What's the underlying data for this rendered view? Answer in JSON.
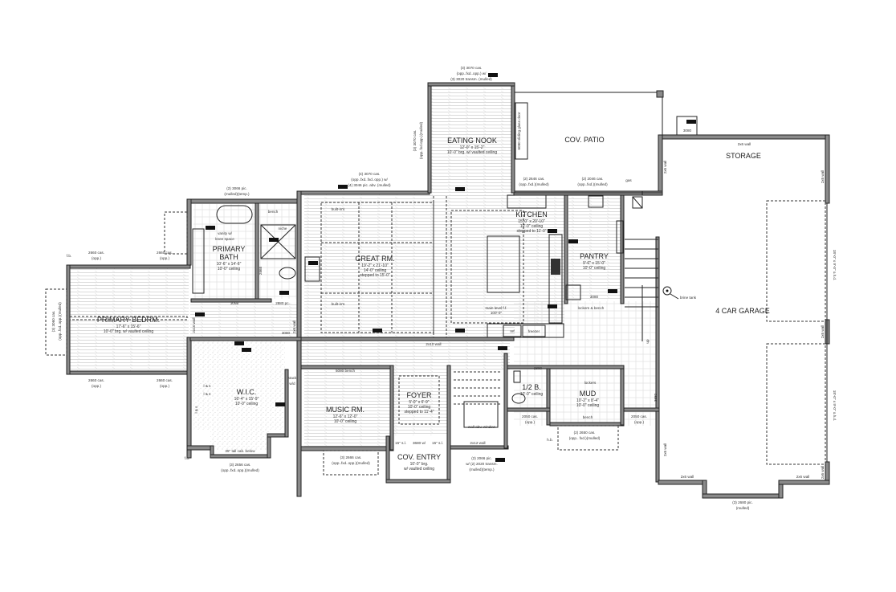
{
  "rooms": {
    "primary_bedroom": {
      "name": "PRIMARY BEDRM.",
      "dims": "17'-6\" x 15'-6\"",
      "ceiling": "10'-0\" brg. w/ vaulted ceiling"
    },
    "primary_bath": {
      "name_line1": "PRIMARY",
      "name_line2": "BATH",
      "dims": "10'-6\" x 14'-6\"",
      "ceiling": "10'-0\" ceiling"
    },
    "great_room": {
      "name": "GREAT RM.",
      "dims": "19'-2\" x 21'-10\"",
      "ceiling": "14'-0\" ceiling",
      "ceiling2": "stepped to 15'-0\""
    },
    "eating_nook": {
      "name": "EATING NOOK",
      "dims": "12'-0\" x 15'-2\"",
      "ceiling": "10'-0\" brg. w/ vaulted ceiling"
    },
    "cov_patio": {
      "name": "COV. PATIO"
    },
    "kitchen": {
      "name": "KITCHEN",
      "dims": "15'-0\" x 20'-10\"",
      "ceiling": "10'-0\" ceiling",
      "ceiling2": "stepped to 11'-0\""
    },
    "pantry": {
      "name": "PANTRY",
      "dims": "9'-6\" x 15'-0\"",
      "ceiling": "10'-0\" ceiling"
    },
    "storage": {
      "name": "STORAGE"
    },
    "garage": {
      "name": "4 CAR GARAGE"
    },
    "wic": {
      "name": "W.I.C.",
      "dims": "16'-4\" x 15'-9\"",
      "ceiling": "10'-0\" ceiling"
    },
    "music_room": {
      "name": "MUSIC RM.",
      "dims": "12'-6\" x 12'-0\"",
      "ceiling": "10'-0\" ceiling"
    },
    "foyer": {
      "name": "FOYER",
      "dims": "5'-0\" x 6'-9\"",
      "ceiling": "10'-0\" ceiling",
      "ceiling2": "stepped to 11'-4\""
    },
    "cov_entry": {
      "name": "COV. ENTRY",
      "ceiling": "10'-0\" brg.",
      "ceiling2": "w/ vaulted ceiling"
    },
    "half_bath": {
      "name": "1/2 B.",
      "ceiling": "10'-0\" ceiling"
    },
    "mud": {
      "name": "MUD",
      "dims": "10'-2\" x 8'-4\"",
      "ceiling": "10'-0\" ceiling"
    }
  },
  "notes": {
    "nook_win_1": "(3) 3070 cas.",
    "nook_win_2": "(opp..fxd..opp.) w/",
    "nook_win_3": "(3) 3020 transm. (mulled)",
    "nook_side_1": "(3) 3070 cas.",
    "nook_side_2": "(opp..fxd.opp.)(mulled)",
    "sliding_door": "6080 sliding glass door",
    "gr_win_1": "(4) 3070 cas.",
    "gr_win_2": "(opp..fxd..fxd..opp.) w/",
    "gr_win_3": "(4) 3046 pic. abv. (mulled)",
    "bath_win_1": "(2) 3066 pic.",
    "bath_win_2": "(mulled)(temp.)",
    "kit_win_1": "(2) 2646 cas.",
    "kit_win_2": "(opp..fxd.)(mulled)",
    "pan_win_1": "(2) 2046 cas.",
    "pan_win_2": "(opp..fxd.)(mulled)",
    "gas": "gas",
    "vanity_1": "vanity w/",
    "vanity_2": "knee space",
    "bench": "bench",
    "niche": "niche",
    "builtins_1": "built-in's",
    "builtins_2": "built-in's",
    "main_level_1": "main level f.f.",
    "main_level_2": "100'-0\"",
    "ref": "ref",
    "freezer": "freezer",
    "lockers_bench": "lockers & bench",
    "pantry_door": "3080",
    "bath_door": "3068",
    "wc_door": "2868",
    "wc_door2": "2880 pc.",
    "hall_door": "3080",
    "wall_2x6_a": "2x6 wall",
    "wall_2x10_a": "2x10 wall",
    "wall_2x10_b": "2x10 wall",
    "fb_1": "f.b.",
    "fb_2": "f.b.",
    "bed_win_tl_1": "2660 cas.",
    "bed_win_tl_2": "(opp.)",
    "bed_win_tr_1": "2660 cas.",
    "bed_win_tr_2": "(opp.)",
    "bed_win_bl_1": "2660 cas.",
    "bed_win_bl_2": "(opp.)",
    "bed_win_br_1": "2660 cas.",
    "bed_win_br_2": "(opp.)",
    "bed_bay_1": "(3) 3060 cas.",
    "bed_bay_2": "(opp..fxd..opp.)(mulled)",
    "ls_1": "l & s",
    "ls_2": "l & s",
    "ls_3": "l & s",
    "stack_wd_1": "stack",
    "stack_wd_2": "w/d",
    "tall_cab": "35\" tall cab. below",
    "wic_win_1": "(3) 2656 cas.",
    "wic_win_2": "(opp..fxd..opp.)(mulled)",
    "music_bench": "5080 bench",
    "music_win_1": "(3) 2666 cas.",
    "music_win_2": "(opp..fxd..opp.)(mulled)",
    "entry_door": "3680 w/",
    "entry_sl_1": "15\" s.l.",
    "entry_sl_2": "15\" s.l.",
    "stair_win_1": "(2) 2066 pic.",
    "stair_win_2": "w/ (2) 2020 transm.",
    "stair_win_3": "(mulled)(temp.)",
    "stair_wall": "2x12 wall",
    "wall_abv_window": "wall abv. window",
    "hb_door": "2880",
    "hb_win_1": "2050 cas.",
    "hb_win_2": "(opp.)",
    "lockers": "lockers",
    "mud_bench": "bench",
    "mud_win_1": "(2) 2650 cas.",
    "mud_win_2": "(opp.. fxd.)(mulled)",
    "mud_win_r_1": "2050 cas.",
    "mud_win_r_2": "(opp.)",
    "hb": "h.b.",
    "garage_door": "3680",
    "storage_door": "3080",
    "brine_tank": "brine tank",
    "ohd_1": "18'-0\" x 9'-0\" o.h.d.",
    "ohd_2": "18'-0\" x 9'-0\" o.h.d.",
    "g_wall_top": "2x6 wall",
    "g_wall_l1": "2x6 wall",
    "g_wall_l2": "2x6 wall",
    "g_wall_r1": "2x6 wall",
    "g_wall_r2": "2x6 wall",
    "g_wall_r3": "2x6 wall",
    "g_wall_b1": "2x6 wall",
    "g_wall_b2": "2x6 wall",
    "g_win_1": "(3) 2680 pic.",
    "g_win_2": "(mulled)",
    "stair_up": "up"
  },
  "colors": {
    "wall_fill": "#8a8a8a",
    "line": "#222222",
    "hatch": "#cfcfcf"
  }
}
